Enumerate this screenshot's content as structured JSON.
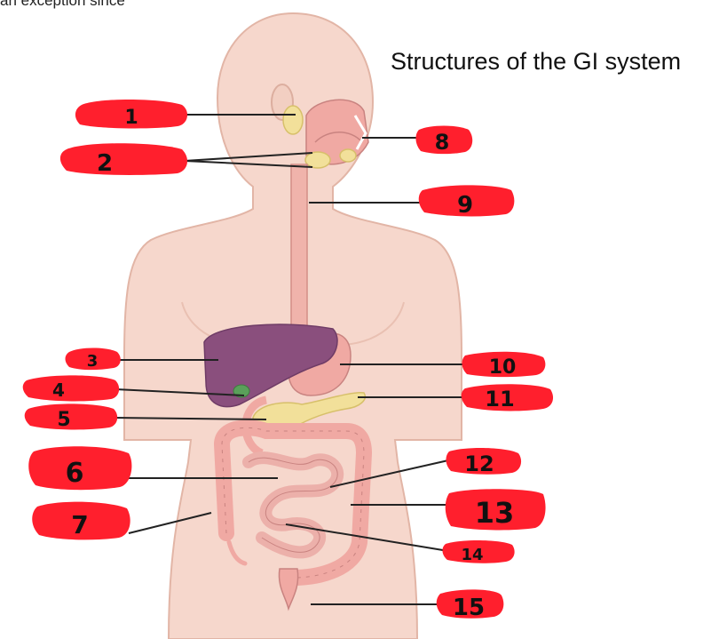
{
  "top_fragment": "an exception since",
  "title": "Structures of the GI system",
  "colors": {
    "skin": "#f6d7cc",
    "skin_edge": "#e2b5a6",
    "organ_pink": "#f0a9a3",
    "liver": "#8a4f7d",
    "gland": "#f2e09a",
    "gallbladder": "#5aa05a",
    "label_marker": "#ff1f2d",
    "leader_line": "#222222"
  },
  "labels": [
    "1",
    "2",
    "3",
    "4",
    "5",
    "6",
    "7",
    "8",
    "9",
    "10",
    "11",
    "12",
    "13",
    "14",
    "15"
  ]
}
